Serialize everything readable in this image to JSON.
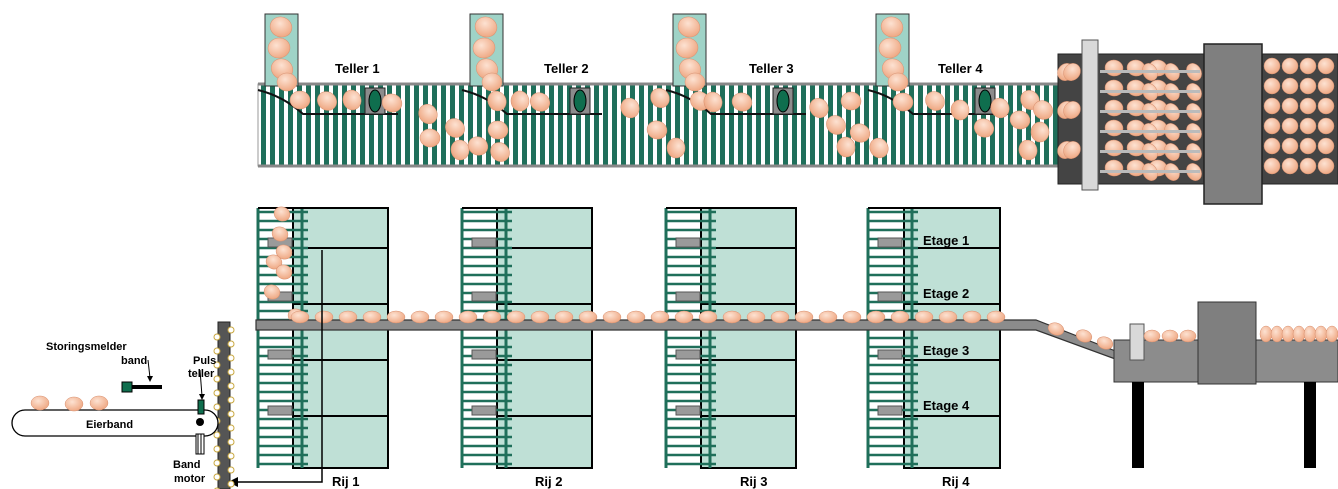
{
  "counters": [
    {
      "label": "Teller 1"
    },
    {
      "label": "Teller 2"
    },
    {
      "label": "Teller 3"
    },
    {
      "label": "Teller 4"
    }
  ],
  "rows": [
    {
      "label": "Rij 1"
    },
    {
      "label": "Rij 2"
    },
    {
      "label": "Rij 3"
    },
    {
      "label": "Rij 4"
    }
  ],
  "tiers": [
    {
      "label": "Etage 1"
    },
    {
      "label": "Etage 2"
    },
    {
      "label": "Etage 3"
    },
    {
      "label": "Etage 4"
    }
  ],
  "fault_detector": {
    "line1": "Storingsmelder",
    "line2": "band"
  },
  "pulse_counter": {
    "line1": "Puls",
    "line2": "teller"
  },
  "egg_belt": {
    "label": "Eierband"
  },
  "belt_motor": {
    "line1": "Band",
    "line2": "motor"
  },
  "colors": {
    "belt_green": "#1f6f5a",
    "cage_fill": "#bfe0d6",
    "egg": "#f4bb9a",
    "machine": "#7f7f7f",
    "machine_dark": "#444444",
    "sensor": "#0f6e4e"
  }
}
